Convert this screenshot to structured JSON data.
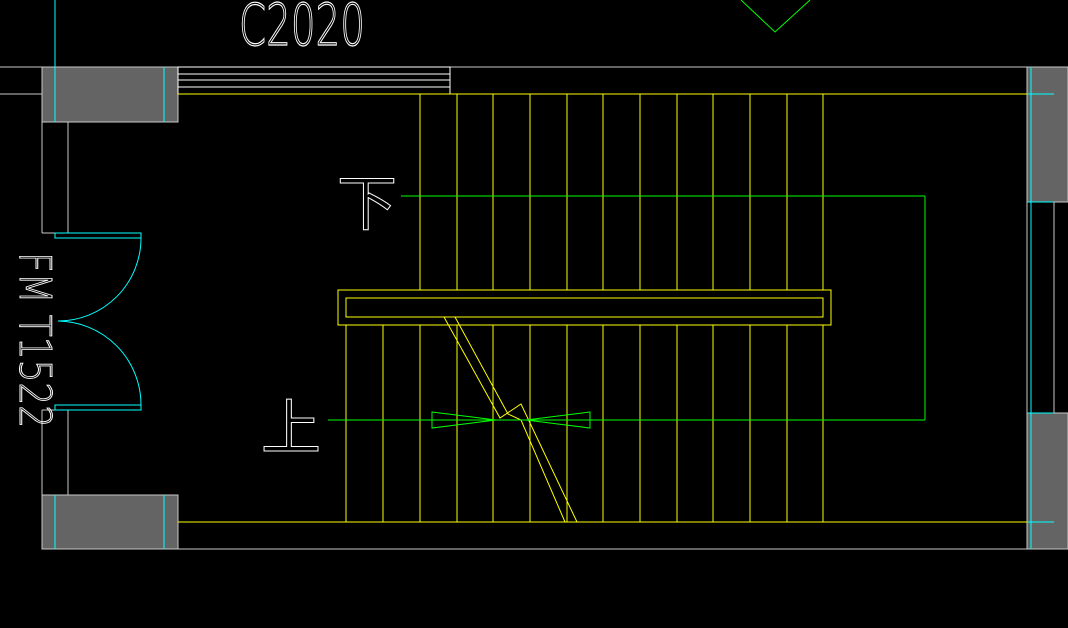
{
  "drawing": {
    "window_label": "C2020",
    "door_label": "FM T1522",
    "stair_down_label": "下",
    "stair_up_label": "上"
  },
  "layers": {
    "background": "#000000",
    "wall": "#c8c8c8",
    "column_fill": "#646464",
    "stair": "#ffff00",
    "path_arrow": "#00ff00",
    "door_window": "#00ffff",
    "text": "#ffffff"
  },
  "stair": {
    "upper_flight_treads": 11,
    "lower_flight_treads": 13
  }
}
